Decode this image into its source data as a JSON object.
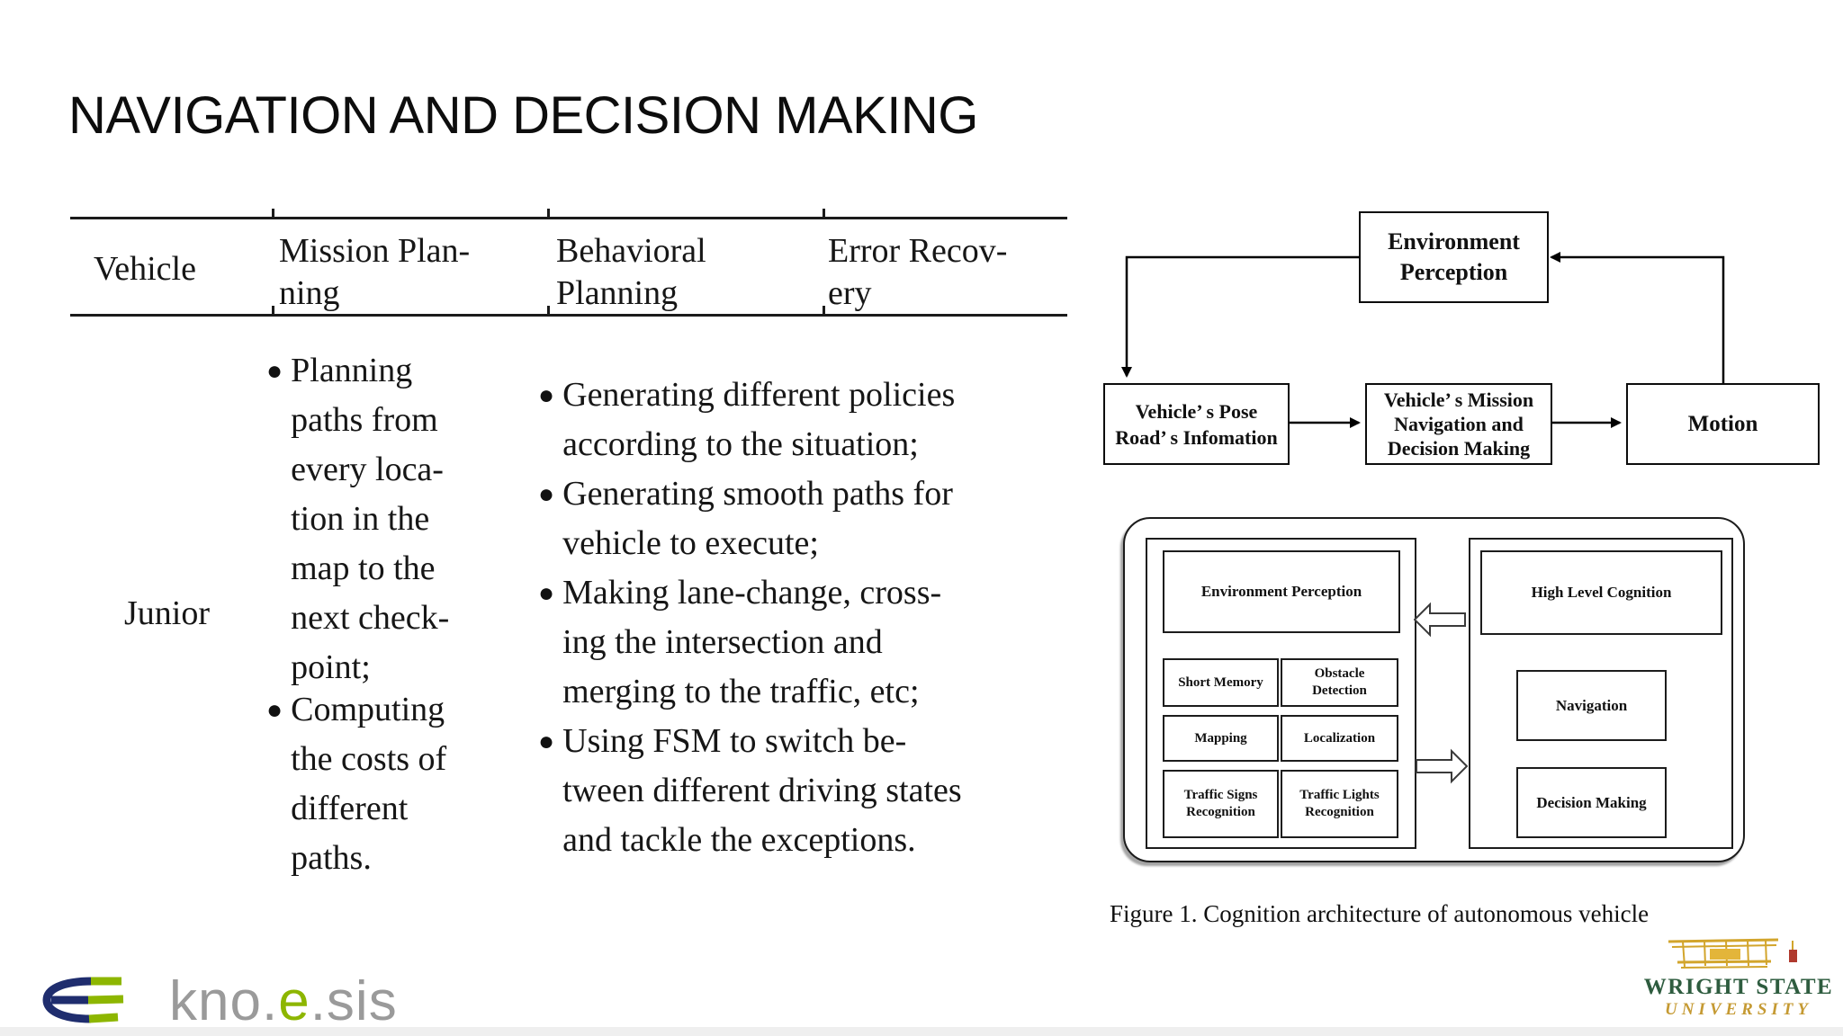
{
  "title": "NAVIGATION AND DECISION MAKING",
  "glyphs": {
    "bullet": "●"
  },
  "table": {
    "headers": {
      "vehicle": [
        "Vehicle"
      ],
      "mission": [
        "Mission Plan-",
        "ning"
      ],
      "behavioral": [
        "Behavioral",
        "Planning"
      ],
      "error": [
        "Error Recov-",
        "ery"
      ]
    },
    "row": {
      "vehicle": "Junior",
      "mission_bullets": [
        {
          "lines": [
            "Planning",
            "paths from",
            "every loca-",
            "tion in the",
            "map to the",
            "next check-",
            "point;"
          ]
        },
        {
          "lines": [
            "Computing",
            "the costs of",
            "different",
            "paths."
          ]
        }
      ],
      "behavioral_bullets": [
        {
          "lines": [
            "Generating different policies",
            "according to the situation;"
          ]
        },
        {
          "lines": [
            "Generating smooth paths for",
            "vehicle to execute;"
          ]
        },
        {
          "lines": [
            "Making lane-change, cross-",
            "ing the intersection and",
            "merging to the traffic, etc;"
          ]
        },
        {
          "lines": [
            "Using FSM to switch be-",
            "tween different driving states",
            "and tackle the exceptions."
          ]
        }
      ]
    }
  },
  "flowchart": {
    "env": [
      "Environment",
      "Perception"
    ],
    "pose": [
      "Vehicle’ s Pose",
      "Road’ s Infomation"
    ],
    "mission": [
      "Vehicle’ s Mission",
      "Navigation and",
      "Decision Making"
    ],
    "motion": "Motion"
  },
  "architecture": {
    "env": "Environment Perception",
    "short_memory": "Short Memory",
    "obstacle": [
      "Obstacle",
      "Detection"
    ],
    "mapping": "Mapping",
    "localization": "Localization",
    "traffic_signs": [
      "Traffic Signs",
      "Recognition"
    ],
    "traffic_lights": [
      "Traffic Lights",
      "Recognition"
    ],
    "high_level": "High Level Cognition",
    "navigation": "Navigation",
    "decision": "Decision Making"
  },
  "caption": "Figure 1. Cognition architecture of autonomous vehicle",
  "logos": {
    "knoesis": {
      "part1": "kno.",
      "part2": "e",
      "part3": ".sis"
    },
    "wright": {
      "line1": "WRIGHT STATE",
      "line2": "UNIVERSITY"
    }
  },
  "colors": {
    "knoesis_navy": "#1f2d6e",
    "knoesis_green": "#8db600",
    "knoesis_gray": "#9a9a9a",
    "wright_green": "#2e5c3f",
    "wright_gold": "#c59a33"
  }
}
